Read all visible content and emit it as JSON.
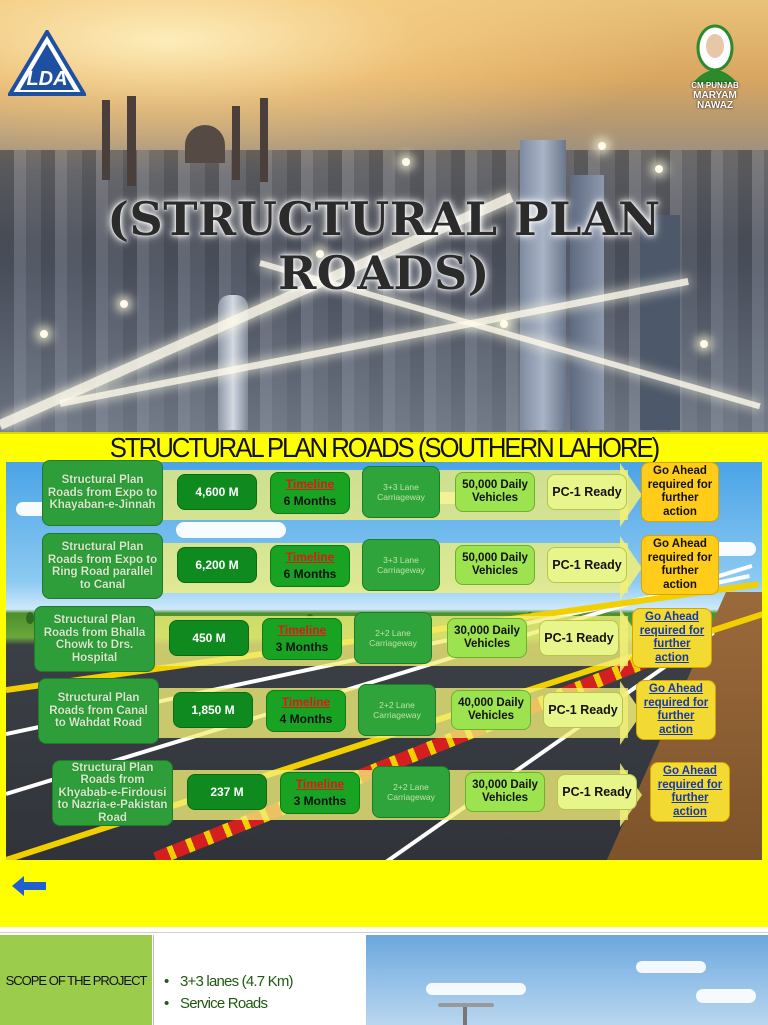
{
  "cover": {
    "title": "(STRUCTURAL PLAN ROADS)",
    "logo_left": "LDA",
    "badge_right": {
      "line1": "CM PUNJAB",
      "line2": "MARYAM",
      "line3": "NAWAZ"
    }
  },
  "slide2": {
    "title": "STRUCTURAL PLAN ROADS (SOUTHERN LAHORE)",
    "roads": [
      {
        "name": "Structural Plan Roads from Expo to Khayaban-e-Jinnah",
        "length": "4,600 M",
        "timeline_label": "Timeline",
        "timeline": "6 Months",
        "lanes": "3+3 Lane Carriageway",
        "vehicles": "50,000 Daily Vehicles",
        "status": "PC-1 Ready",
        "action": "Go Ahead required for further action"
      },
      {
        "name": "Structural Plan Roads from Expo to Ring Road parallel to Canal",
        "length": "6,200 M",
        "timeline_label": "Timeline",
        "timeline": "6 Months",
        "lanes": "3+3 Lane Carriageway",
        "vehicles": "50,000 Daily Vehicles",
        "status": "PC-1 Ready",
        "action": "Go Ahead required for further action"
      },
      {
        "name": "Structural Plan Roads from Bhalla Chowk to Drs. Hospital",
        "length": "450 M",
        "timeline_label": "Timeline",
        "timeline": "3 Months",
        "lanes": "2+2 Lane Carriageway",
        "vehicles": "30,000 Daily Vehicles",
        "status": "PC-1 Ready",
        "action": "Go Ahead required for further action"
      },
      {
        "name": "Structural Plan Roads from Canal to Wahdat Road",
        "length": "1,850 M",
        "timeline_label": "Timeline",
        "timeline": "4 Months",
        "lanes": "2+2 Lane Carriageway",
        "vehicles": "40,000 Daily Vehicles",
        "status": "PC-1 Ready",
        "action": "Go Ahead required for further action"
      },
      {
        "name": "Structural Plan Roads from Khyabab-e-Firdousi to Nazria-e-Pakistan Road",
        "length": "237 M",
        "timeline_label": "Timeline",
        "timeline": "3 Months",
        "lanes": "2+2 Lane Carriageway",
        "vehicles": "30,000 Daily Vehicles",
        "status": "PC-1 Ready",
        "action": "Go Ahead required for further action"
      }
    ],
    "back_icon": "arrow-left-icon"
  },
  "slide3": {
    "label": "SCOPE OF THE PROJECT",
    "items": [
      "3+3 lanes (4.7 Km)",
      "Service Roads"
    ]
  },
  "colors": {
    "accent_yellow": "#ffff00",
    "green": "#2e9e3a",
    "go_ahead": "#ffcc1a"
  }
}
